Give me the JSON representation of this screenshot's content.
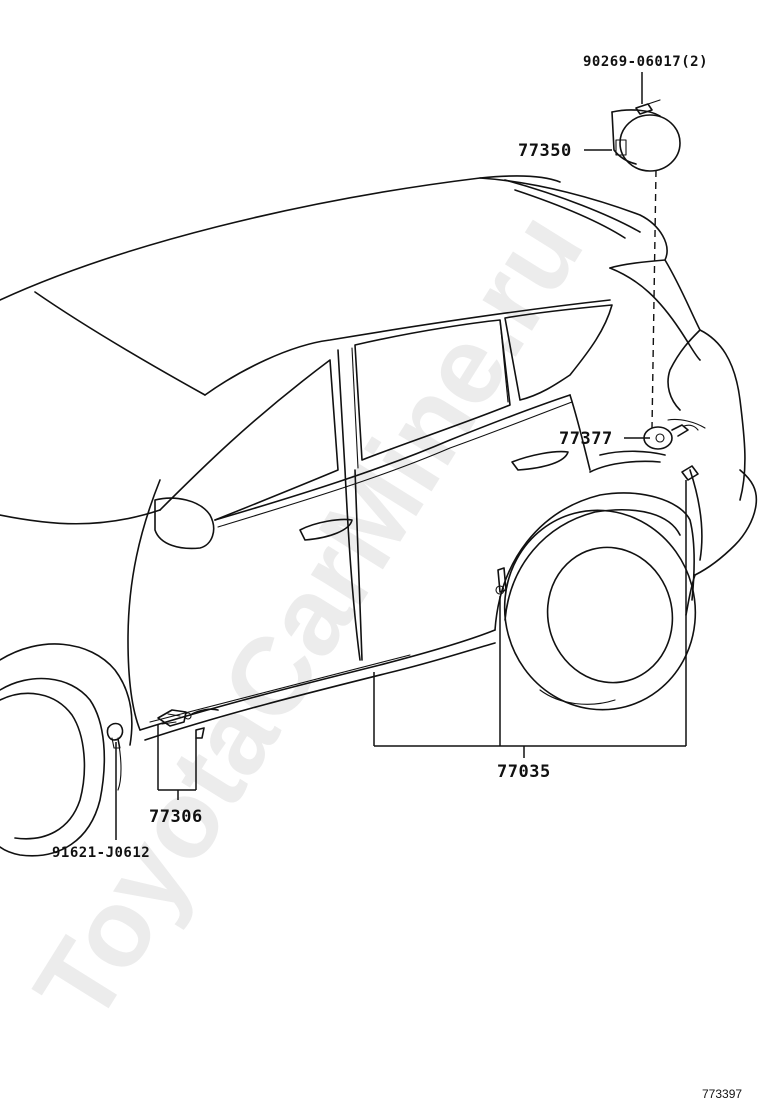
{
  "watermark": "ToyotaCarMine.ru",
  "figure_id": "773397",
  "callouts": {
    "part_90269": "90269-06017(2)",
    "part_77350": "77350",
    "part_77377": "77377",
    "part_77035": "77035",
    "part_77306": "77306",
    "part_91621": "91621-J0612"
  }
}
